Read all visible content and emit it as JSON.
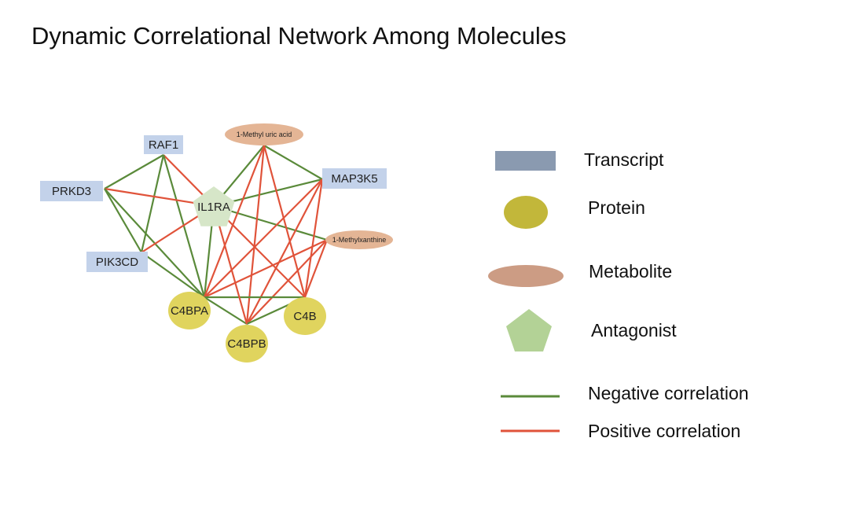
{
  "title": "Dynamic Correlational Network Among Molecules",
  "colors": {
    "transcript_fill": "#c3d2ea",
    "protein_fill": "#e0d45e",
    "metabolite_fill": "#e4b595",
    "antagonist_fill": "#d6e6c8",
    "negative_edge": "#5a8a3a",
    "positive_edge": "#e0533a",
    "legend_transcript": "#8a9ab0",
    "legend_protein": "#c2b73a",
    "legend_metabolite": "#cc9c84",
    "legend_antagonist": "#b3d296"
  },
  "nodes": {
    "raf1": {
      "label": "RAF1",
      "type": "transcript"
    },
    "prkd3": {
      "label": "PRKD3",
      "type": "transcript"
    },
    "pik3cd": {
      "label": "PIK3CD",
      "type": "transcript"
    },
    "map3k5": {
      "label": "MAP3K5",
      "type": "transcript"
    },
    "il1ra": {
      "label": "IL1RA",
      "type": "antagonist"
    },
    "methyluric": {
      "label": "1-Methyl uric acid",
      "type": "metabolite"
    },
    "methylxanthine": {
      "label": "1-Methylxanthine",
      "type": "metabolite"
    },
    "c4bpa": {
      "label": "C4BPA",
      "type": "protein"
    },
    "c4bpb": {
      "label": "C4BPB",
      "type": "protein"
    },
    "c4b": {
      "label": "C4B",
      "type": "protein"
    }
  },
  "edges": [
    {
      "from": "raf1",
      "to": "prkd3",
      "sign": "negative"
    },
    {
      "from": "raf1",
      "to": "il1ra",
      "sign": "positive"
    },
    {
      "from": "raf1",
      "to": "pik3cd",
      "sign": "negative"
    },
    {
      "from": "raf1",
      "to": "c4bpa",
      "sign": "negative"
    },
    {
      "from": "prkd3",
      "to": "il1ra",
      "sign": "positive"
    },
    {
      "from": "prkd3",
      "to": "pik3cd",
      "sign": "negative"
    },
    {
      "from": "prkd3",
      "to": "c4bpa",
      "sign": "negative"
    },
    {
      "from": "pik3cd",
      "to": "il1ra",
      "sign": "positive"
    },
    {
      "from": "pik3cd",
      "to": "c4bpa",
      "sign": "negative"
    },
    {
      "from": "il1ra",
      "to": "methyluric",
      "sign": "negative"
    },
    {
      "from": "il1ra",
      "to": "map3k5",
      "sign": "negative"
    },
    {
      "from": "il1ra",
      "to": "methylxanthine",
      "sign": "negative"
    },
    {
      "from": "il1ra",
      "to": "c4bpa",
      "sign": "negative"
    },
    {
      "from": "methyluric",
      "to": "map3k5",
      "sign": "negative"
    },
    {
      "from": "methyluric",
      "to": "c4bpa",
      "sign": "positive"
    },
    {
      "from": "methyluric",
      "to": "c4bpb",
      "sign": "positive"
    },
    {
      "from": "methyluric",
      "to": "c4b",
      "sign": "positive"
    },
    {
      "from": "map3k5",
      "to": "c4bpa",
      "sign": "positive"
    },
    {
      "from": "map3k5",
      "to": "c4bpb",
      "sign": "positive"
    },
    {
      "from": "map3k5",
      "to": "c4b",
      "sign": "positive"
    },
    {
      "from": "methylxanthine",
      "to": "c4bpa",
      "sign": "positive"
    },
    {
      "from": "methylxanthine",
      "to": "c4bpb",
      "sign": "positive"
    },
    {
      "from": "methylxanthine",
      "to": "c4b",
      "sign": "positive"
    },
    {
      "from": "c4bpa",
      "to": "c4bpb",
      "sign": "negative"
    },
    {
      "from": "c4bpa",
      "to": "c4b",
      "sign": "negative"
    },
    {
      "from": "c4bpb",
      "to": "c4b",
      "sign": "negative"
    },
    {
      "from": "il1ra",
      "to": "c4bpb",
      "sign": "positive"
    },
    {
      "from": "il1ra",
      "to": "c4b",
      "sign": "positive"
    }
  ],
  "legend": {
    "transcript": "Transcript",
    "protein": "Protein",
    "metabolite": "Metabolite",
    "antagonist": "Antagonist",
    "negative": "Negative correlation",
    "positive": "Positive correlation"
  }
}
